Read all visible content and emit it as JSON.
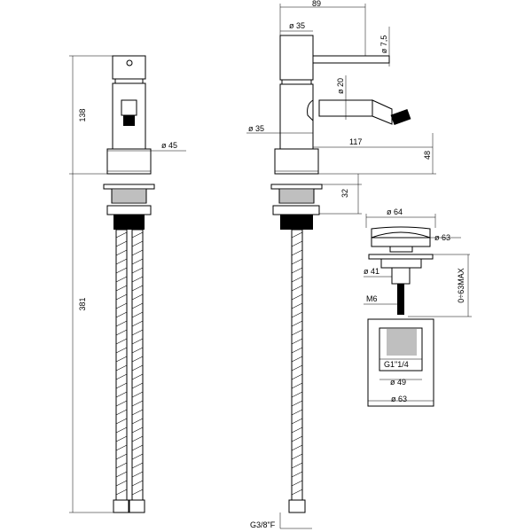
{
  "labels": {
    "front_height": "138",
    "hose_length": "381",
    "base_diameter": "ø 45",
    "side_depth": "89",
    "side_top_diameter": "ø 35",
    "lever_diameter": "ø 7,5",
    "spout_diameter": "ø 20",
    "body_diameter": "ø 35",
    "spout_reach": "117",
    "spout_height": "48",
    "shank_height": "32",
    "hose_thread": "G3/8\"F",
    "waste_top_diameter": "ø 64",
    "waste_cap_diameter": "ø 63",
    "waste_stem_diameter": "ø 41",
    "waste_thread_m": "M6",
    "waste_adjust": "0÷63MAX",
    "waste_thread_g": "G1\"1/4",
    "waste_body_diameter": "ø 49",
    "waste_bottom_diameter": "ø 63"
  }
}
